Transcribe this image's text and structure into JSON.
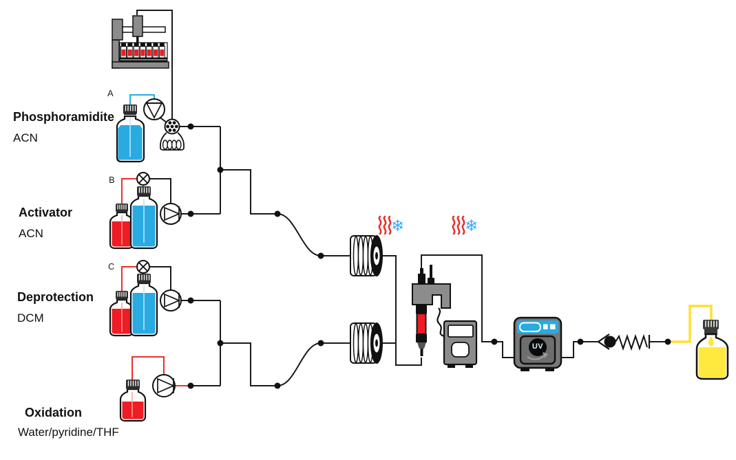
{
  "sections": [
    {
      "letter": "A",
      "name": "Phosphoramidite",
      "solvent": "ACN"
    },
    {
      "letter": "B",
      "name": "Activator",
      "solvent": "ACN"
    },
    {
      "letter": "C",
      "name": "Deprotection",
      "solvent": "DCM"
    },
    {
      "name": "Oxidation",
      "solvent": "Water/pyridine/THF"
    }
  ],
  "uv_detector": {
    "label": "UV"
  },
  "icons": {
    "snowflake_glyph": "❄",
    "heat_icon": "red-heat-waves",
    "autosampler": "autosampler-with-vial-rack",
    "pump": "hplc-pump-circle-triangle",
    "valve": "two-way-valve-circle-x",
    "selection_valve": "multiport-valve-with-sample-loop",
    "coil": "tubing-coil-reactor",
    "bpr": "check-valve-with-spring",
    "collection": "collection-bottle-yellow"
  },
  "colors": {
    "tube_black": "#1a1a1a",
    "tube_red": "#e8312a",
    "tube_blue": "#29abe2",
    "tube_yellow": "#ffdf33",
    "liquid_red": "#ee1c25",
    "liquid_blue": "#29abe2",
    "liquid_yellow": "#ffe93e",
    "equipment_gray": "#8c8c8c",
    "uv_accent": "#29abe2",
    "snowflake_blue": "#3fa9f5"
  }
}
